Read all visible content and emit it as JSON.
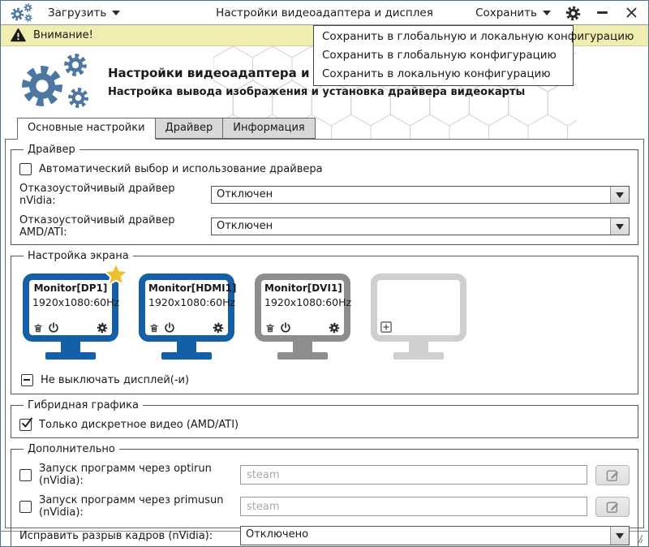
{
  "window": {
    "title": "Настройки видеоадаптера и дисплея",
    "load_label": "Загрузить",
    "save_label": "Сохранить"
  },
  "banner": {
    "text": "Внимание!"
  },
  "save_menu": {
    "items": [
      "Сохранить в глобальную и локальную конфигурацию",
      "Сохранить в глобальную конфигурацию",
      "Сохранить в локальную конфигурацию"
    ]
  },
  "header": {
    "title": "Настройки видеоадаптера и дисплея",
    "subtitle": "Настройка вывода изображения и установка драйвера видеокарты"
  },
  "tabs": [
    {
      "label": "Основные настройки",
      "active": true
    },
    {
      "label": "Драйвер",
      "active": false
    },
    {
      "label": "Информация",
      "active": false
    }
  ],
  "driver_group": {
    "legend": "Драйвер",
    "auto_checkbox_label": "Автоматический выбор и использование драйвера",
    "auto_checkbox_checked": false,
    "nvidia_failsafe_label": "Отказоустойчивый драйвер nVidia:",
    "nvidia_failsafe_value": "Отключен",
    "amd_failsafe_label": "Отказоустойчивый драйвер AMD/ATI:",
    "amd_failsafe_value": "Отключен"
  },
  "screen_group": {
    "legend": "Настройка экрана",
    "monitors": [
      {
        "name": "Monitor[DP1]",
        "resolution": "1920x1080:60Hz",
        "primary": true,
        "state": "active"
      },
      {
        "name": "Monitor[HDMI1]",
        "resolution": "1920x1080:60Hz",
        "primary": false,
        "state": "active"
      },
      {
        "name": "Monitor[DVI1]",
        "resolution": "1920x1080:60Hz",
        "primary": false,
        "state": "disabled"
      },
      {
        "name": "",
        "resolution": "",
        "primary": false,
        "state": "empty"
      }
    ],
    "keep_on_label": "Не выключать дисплей(-и)",
    "keep_on_state": "indeterminate"
  },
  "hybrid_group": {
    "legend": "Гибридная графика",
    "discrete_only_label": "Только дискретное видео (AMD/ATI)",
    "discrete_only_checked": true
  },
  "extra_group": {
    "legend": "Дополнительно",
    "optirun_label": "Запуск программ через optirun (nVidia):",
    "optirun_placeholder": "steam",
    "optirun_checked": false,
    "primusun_label": "Запуск программ через primusun (nVidia):",
    "primusun_placeholder": "steam",
    "primusun_checked": false,
    "tearing_label": "Исправить разрыв кадров (nVidia):",
    "tearing_value": "Отключено"
  },
  "colors": {
    "accent_blue": "#1360a9",
    "gear_blue": "#4d76a3",
    "warning_bg": "#f0edb0",
    "star_gold": "#eec02f",
    "monitor_disabled": "#8d8d8d",
    "monitor_empty": "#cfcfcf"
  }
}
